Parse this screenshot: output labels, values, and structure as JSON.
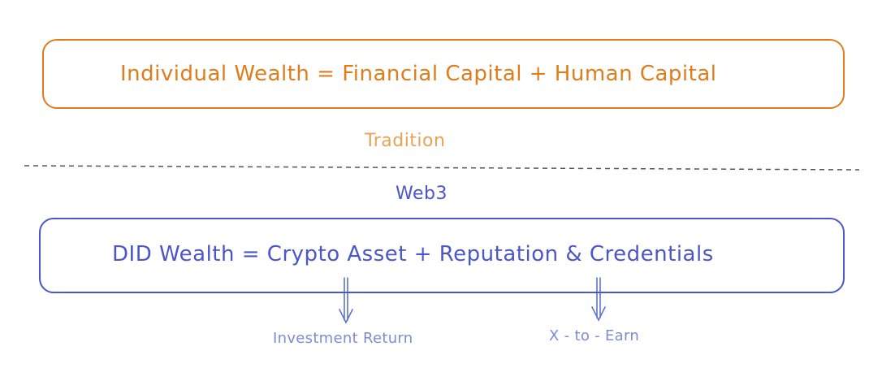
{
  "traditional": {
    "equation": "Individual Wealth = Financial Capital + Human Capital",
    "label": "Tradition",
    "color": "#e07d1a"
  },
  "web3": {
    "label": "Web3",
    "equation": "DID Wealth = Crypto Asset + Reputation & Credentials",
    "color": "#4a56c9",
    "outputs": {
      "investment": "Investment Return",
      "x_to_earn": "X - to - Earn"
    }
  },
  "divider": {
    "style": "dashed",
    "color": "#555555"
  },
  "arrow_color": "#5b74c9"
}
